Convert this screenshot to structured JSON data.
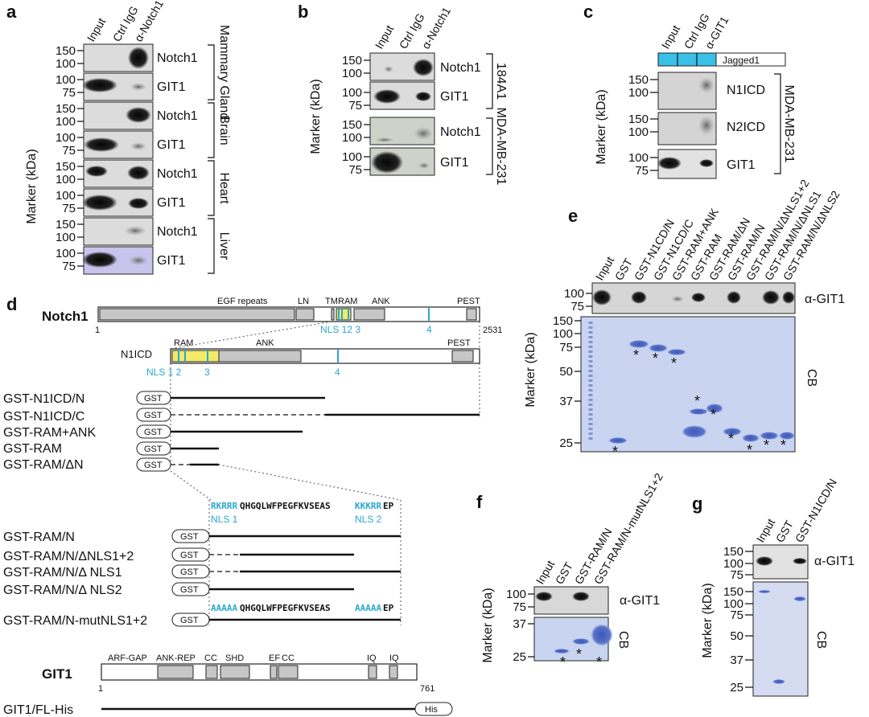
{
  "a": {
    "label": "a",
    "lanes": [
      "Input",
      "Ctrl IgG",
      "α-Notch1"
    ],
    "y_axis": "Marker (kDa)",
    "rows": [
      {
        "marker_top": "150",
        "marker_bot": "100",
        "protein": "Notch1"
      },
      {
        "marker_top": "100",
        "marker_bot": "75",
        "protein": "GIT1"
      },
      {
        "marker_top": "150",
        "marker_bot": "100",
        "protein": "Notch1"
      },
      {
        "marker_top": "100",
        "marker_bot": "75",
        "protein": "GIT1"
      },
      {
        "marker_top": "150",
        "marker_bot": "100",
        "protein": "Notch1"
      },
      {
        "marker_top": "100",
        "marker_bot": "75",
        "protein": "GIT1"
      },
      {
        "marker_top": "150",
        "marker_bot": "100",
        "protein": "Notch1"
      },
      {
        "marker_top": "100",
        "marker_bot": "75",
        "protein": "GIT1"
      }
    ],
    "tissues": [
      "Mammary Gland",
      "Brain",
      "Heart",
      "Liver"
    ]
  },
  "b": {
    "label": "b",
    "lanes": [
      "Input",
      "Ctrl IgG",
      "α-Notch1"
    ],
    "y_axis": "Marker (kDa)",
    "rows": [
      {
        "marker_top": "150",
        "marker_bot": "100",
        "protein": "Notch1"
      },
      {
        "marker_top": "100",
        "marker_bot": "75",
        "protein": "GIT1"
      },
      {
        "marker_top": "150",
        "marker_bot": "100",
        "protein": "Notch1"
      },
      {
        "marker_top": "100",
        "marker_bot": "75",
        "protein": "GIT1"
      }
    ],
    "cells": [
      "184A1",
      "MDA-MB-231"
    ]
  },
  "c": {
    "label": "c",
    "lanes": [
      "Input",
      "Ctrl IgG",
      "α-GIT1"
    ],
    "treatment": "Jagged1",
    "y_axis": "Marker (kDa)",
    "rows": [
      {
        "marker_top": "150",
        "marker_bot": "100",
        "protein": "N1ICD"
      },
      {
        "marker_top": "150",
        "marker_bot": "100",
        "protein": "N2ICD"
      },
      {
        "marker_top": "100",
        "marker_bot": "75",
        "protein": "GIT1"
      }
    ],
    "cell": "MDA-MB-231"
  },
  "d": {
    "label": "d",
    "notch1": {
      "name": "Notch1",
      "domains": [
        "EGF repeats",
        "LN",
        "TM",
        "RAM",
        "ANK",
        "PEST"
      ],
      "start": "1",
      "end": "2531",
      "nls": "NLS 12 3",
      "nls4": "4"
    },
    "n1icd": {
      "name": "N1ICD",
      "domains": [
        "RAM",
        "ANK",
        "PEST"
      ],
      "nls": "NLS 1 2",
      "nls3": "3",
      "nls4": "4"
    },
    "constructs_1": [
      "GST-N1ICD/N",
      "GST-N1ICD/C",
      "GST-RAM+ANK",
      "GST-RAM",
      "GST-RAM/ΔN"
    ],
    "gst": "GST",
    "sequence": {
      "nls1_seq": "RKRRR",
      "middle": "QHGQLWFPEGFKVSEAS",
      "nls2_seq": "KKKRR",
      "tail": "EP",
      "nls1_label": "NLS 1",
      "nls2_label": "NLS 2",
      "mut1": "AAAAA",
      "mut2": "AAAAA"
    },
    "constructs_2": [
      "GST-RAM/N",
      "GST-RAM/N/ΔNLS1+2",
      "GST-RAM/N/Δ NLS1",
      "GST-RAM/N/Δ NLS2",
      "GST-RAM/N-mutNLS1+2"
    ],
    "git1": {
      "name": "GIT1",
      "domains": [
        "ARF-GAP",
        "ANK-REP",
        "CC",
        "SHD",
        "EF",
        "CC",
        "IQ",
        "IQ"
      ],
      "start": "1",
      "end": "761",
      "construct": "GIT1/FL-His",
      "tag": "His"
    }
  },
  "e": {
    "label": "e",
    "lanes": [
      "Input",
      "GST",
      "GST-N1CD/N",
      "GST-N1CD/C",
      "GST-RAM+ANK",
      "GST-RAM",
      "GST-RAM/ΔN",
      "GST-RAM/N",
      "GST-RAM/N/ΔNLS1+2",
      "GST-RAM/N/ΔNLS1",
      "GST-RAM/N/ΔNLS2"
    ],
    "wb_markers": [
      "100",
      "75"
    ],
    "antibody": "α-GIT1",
    "gel_markers": [
      "150",
      "100",
      "75",
      "50",
      "37",
      "25"
    ],
    "y_axis": "Marker (kDa)",
    "stain": "CB",
    "star": "*"
  },
  "f": {
    "label": "f",
    "lanes": [
      "Input",
      "GST",
      "GST-RAM/N",
      "GST-RAM/N-mutNLS1+2"
    ],
    "wb_markers": [
      "100",
      "75"
    ],
    "antibody": "α-GIT1",
    "gel_markers": [
      "37",
      "25"
    ],
    "y_axis": "Marker (kDa)",
    "stain": "CB",
    "star": "*"
  },
  "g": {
    "label": "g",
    "lanes": [
      "Input",
      "GST",
      "GST-N1ICD/N"
    ],
    "wb_markers": [
      "150",
      "100",
      "75"
    ],
    "antibody": "α-GIT1",
    "gel_markers": [
      "150",
      "100",
      "75",
      "50",
      "37",
      "25"
    ],
    "y_axis": "Marker (kDa)",
    "stain": "CB"
  }
}
